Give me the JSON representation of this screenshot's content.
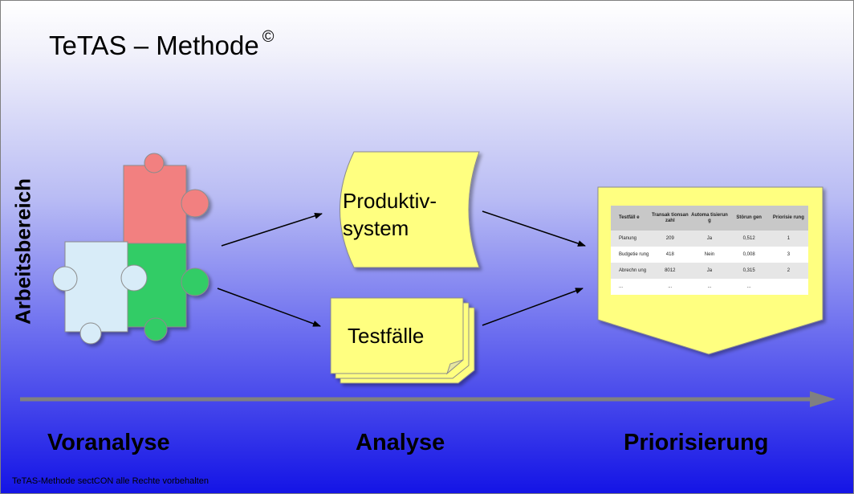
{
  "title": "TeTAS – Methode",
  "title_mark": "©",
  "side_label": "Arbeitsbereich",
  "shapes": {
    "database_line1": "Produktiv-",
    "database_line2": "system",
    "document": "Testfälle"
  },
  "phases": [
    "Voranalyse",
    "Analyse",
    "Priorisierung"
  ],
  "table": {
    "headers": [
      "Testfäll e",
      "Transak tionsan zahl",
      "Automa tisierun g",
      "Störun gen",
      "Priorisie rung"
    ],
    "rows": [
      [
        "Planung",
        "209",
        "Ja",
        "0,512",
        "1"
      ],
      [
        "Budgetie rung",
        "418",
        "Nein",
        "0,008",
        "3"
      ],
      [
        "Abrechn ung",
        "8012",
        "Ja",
        "0,315",
        "2"
      ],
      [
        "...",
        "...",
        "...",
        "...",
        ""
      ]
    ]
  },
  "footer": "TeTAS-Methode sectCON alle Rechte vorbehalten",
  "colors": {
    "puzzle_red": "#f28080",
    "puzzle_green": "#33cc66",
    "puzzle_blue": "#d8ecf8",
    "shape_fill": "#ffff80",
    "timeline": "#808080"
  }
}
